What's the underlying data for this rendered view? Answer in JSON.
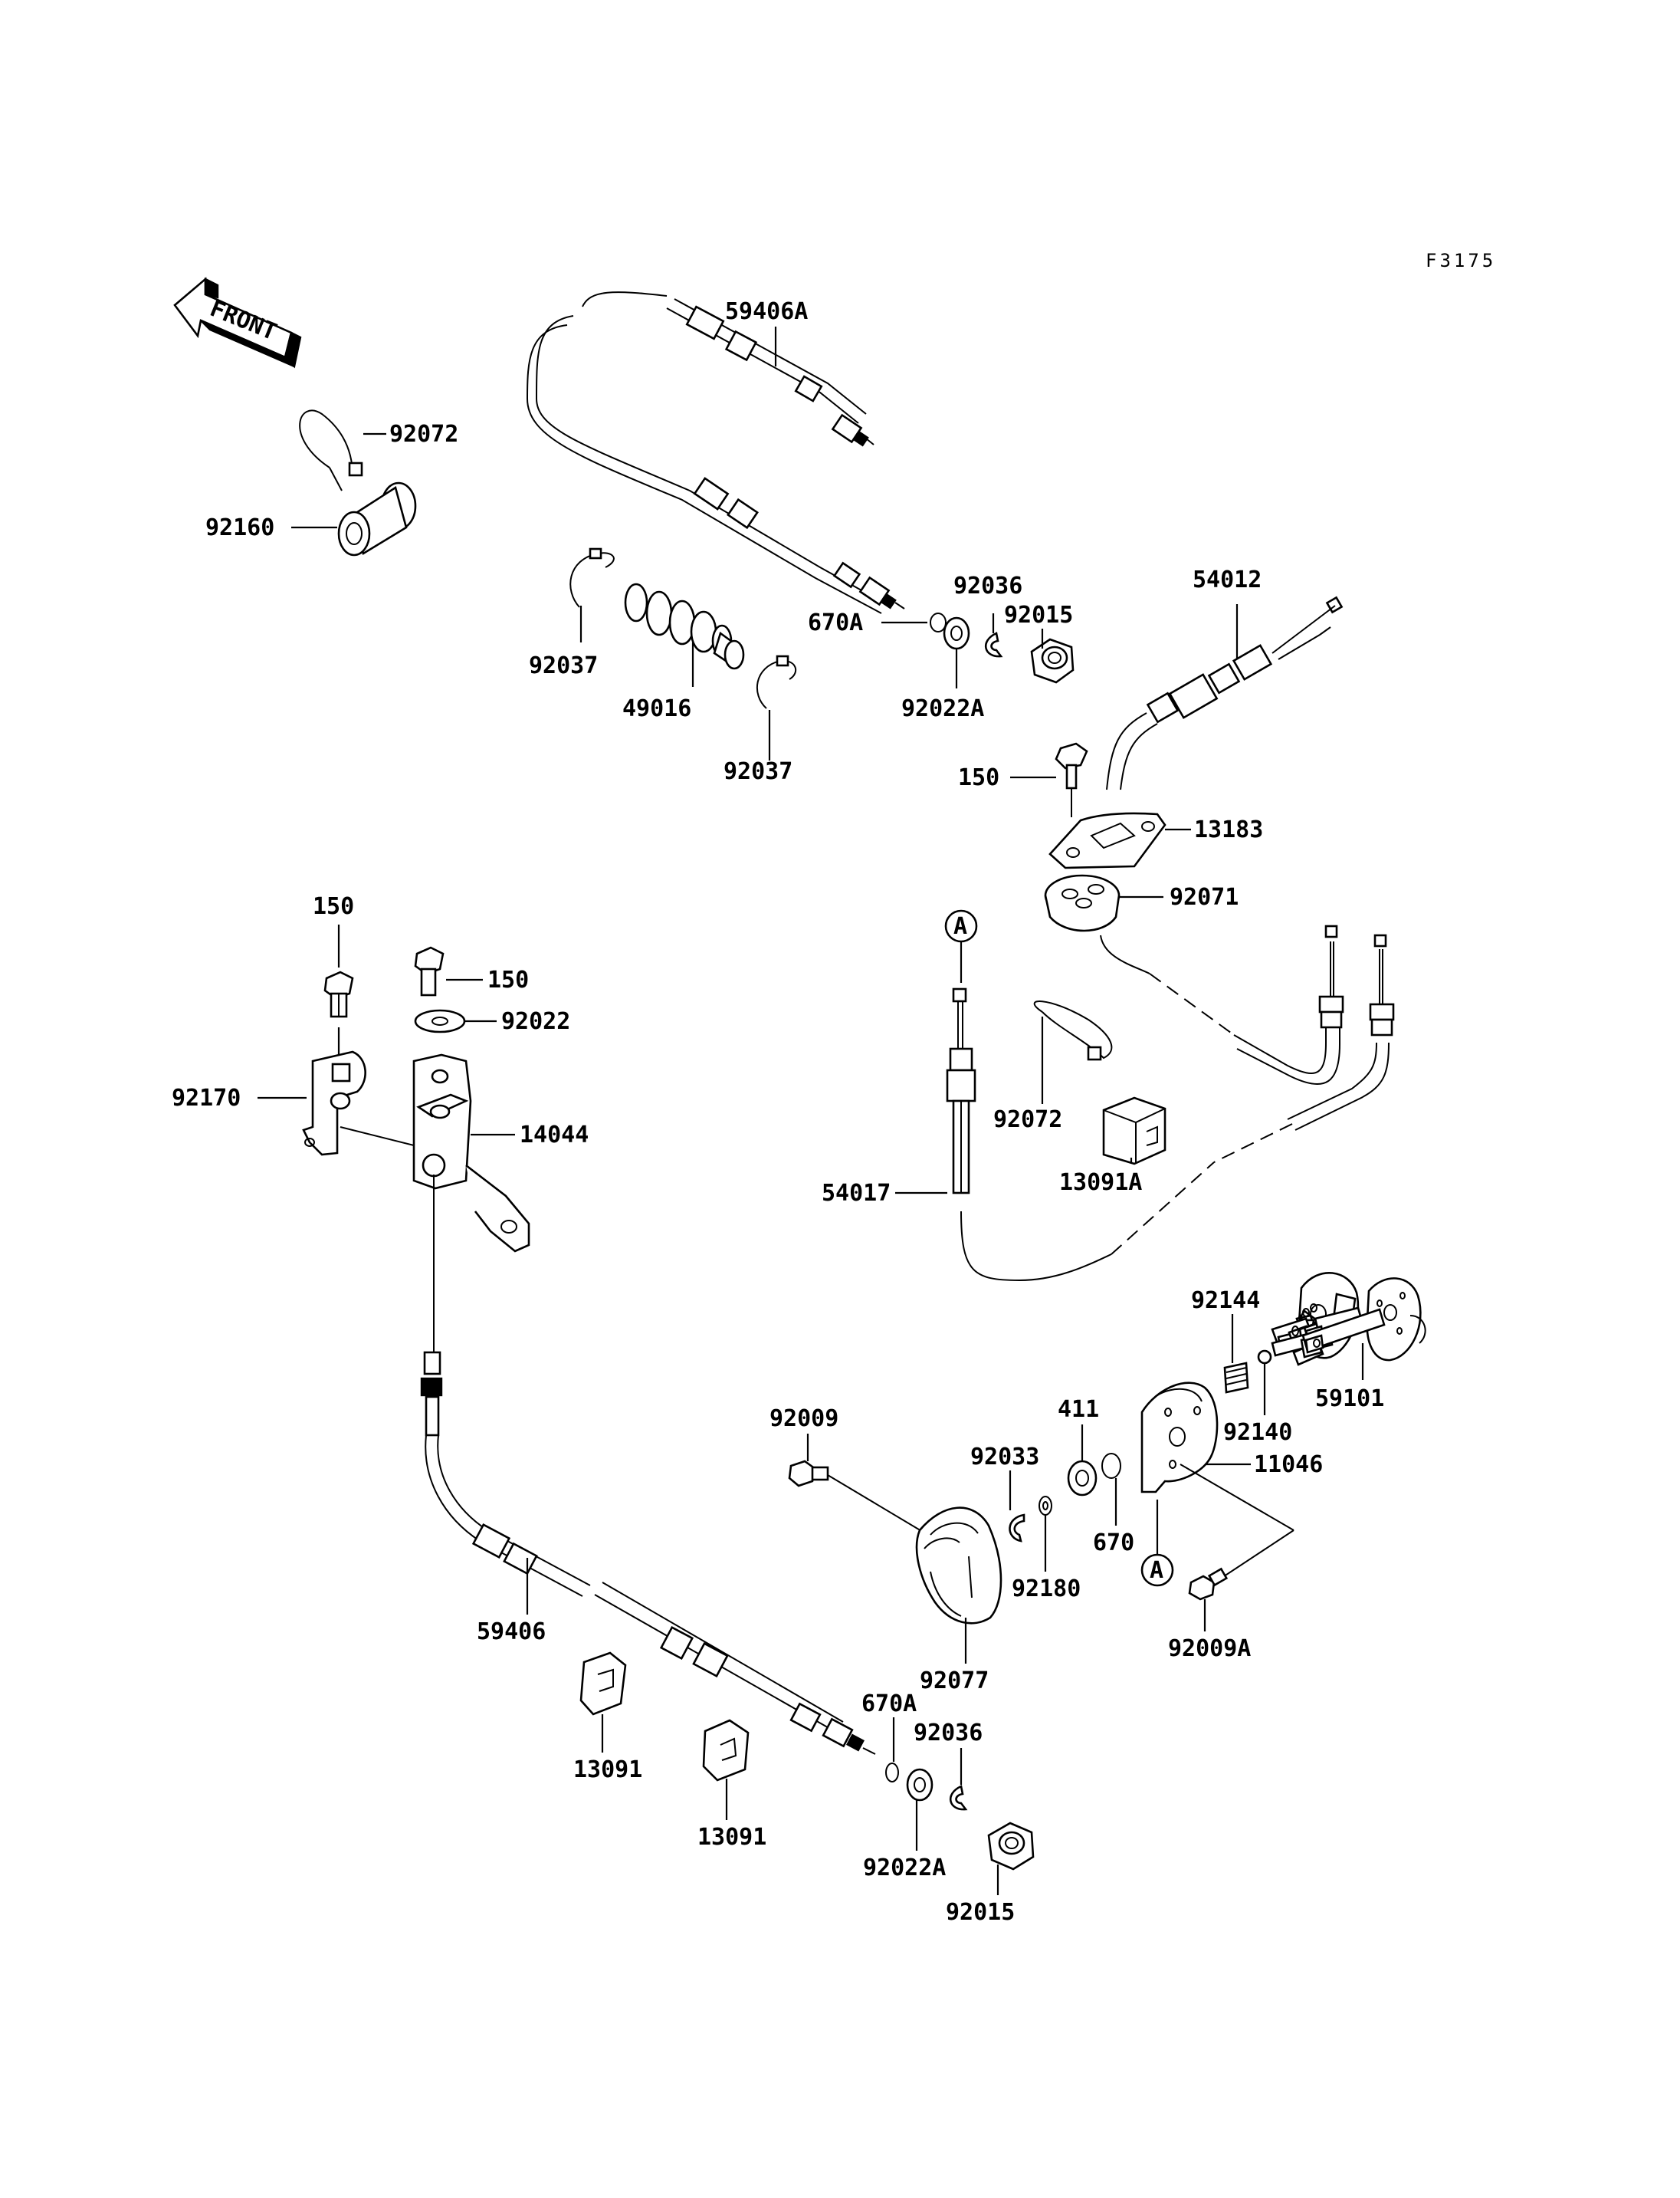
{
  "diagram_code": "F3175",
  "front_label": "FRONT",
  "callout_letter": "A",
  "parts": [
    {
      "id": "p59406A",
      "number": "59406A"
    },
    {
      "id": "p92072_top",
      "number": "92072"
    },
    {
      "id": "p92160",
      "number": "92160"
    },
    {
      "id": "p92036_top",
      "number": "92036"
    },
    {
      "id": "p92015_top",
      "number": "92015"
    },
    {
      "id": "p670A_top",
      "number": "670A"
    },
    {
      "id": "p54012",
      "number": "54012"
    },
    {
      "id": "p92037_left",
      "number": "92037"
    },
    {
      "id": "p49016",
      "number": "49016"
    },
    {
      "id": "p92022A_top",
      "number": "92022A"
    },
    {
      "id": "p92037_right",
      "number": "92037"
    },
    {
      "id": "p150_right",
      "number": "150"
    },
    {
      "id": "p13183",
      "number": "13183"
    },
    {
      "id": "p92071",
      "number": "92071"
    },
    {
      "id": "p150_left",
      "number": "150"
    },
    {
      "id": "p150_mid",
      "number": "150"
    },
    {
      "id": "p92022",
      "number": "92022"
    },
    {
      "id": "p92170",
      "number": "92170"
    },
    {
      "id": "p14044",
      "number": "14044"
    },
    {
      "id": "p92072_mid",
      "number": "92072"
    },
    {
      "id": "p13091A",
      "number": "13091A"
    },
    {
      "id": "p54017",
      "number": "54017"
    },
    {
      "id": "p92144",
      "number": "92144"
    },
    {
      "id": "p59101",
      "number": "59101"
    },
    {
      "id": "p411",
      "number": "411"
    },
    {
      "id": "p92140",
      "number": "92140"
    },
    {
      "id": "p92009",
      "number": "92009"
    },
    {
      "id": "p92033",
      "number": "92033"
    },
    {
      "id": "p11046",
      "number": "11046"
    },
    {
      "id": "p670",
      "number": "670"
    },
    {
      "id": "p92180",
      "number": "92180"
    },
    {
      "id": "p92009A",
      "number": "92009A"
    },
    {
      "id": "p59406",
      "number": "59406"
    },
    {
      "id": "p92077",
      "number": "92077"
    },
    {
      "id": "p670A_bot",
      "number": "670A"
    },
    {
      "id": "p92036_bot",
      "number": "92036"
    },
    {
      "id": "p13091_left",
      "number": "13091"
    },
    {
      "id": "p13091_right",
      "number": "13091"
    },
    {
      "id": "p92022A_bot",
      "number": "92022A"
    },
    {
      "id": "p92015_bot",
      "number": "92015"
    }
  ]
}
